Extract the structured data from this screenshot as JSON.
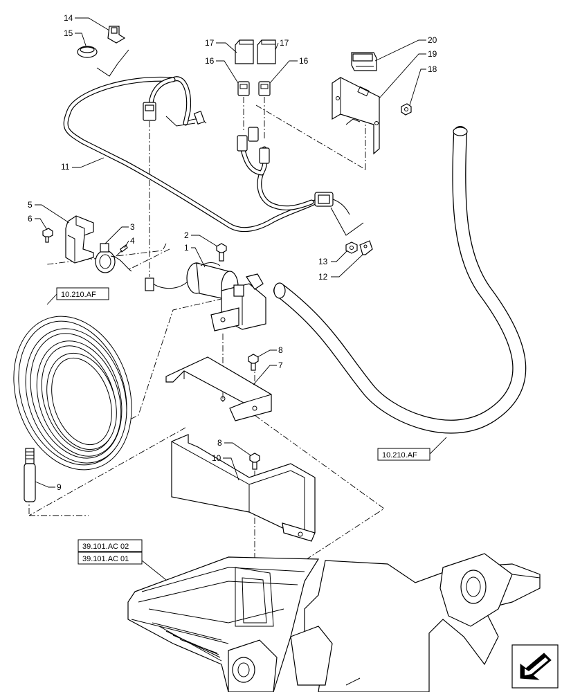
{
  "callouts": [
    "14",
    "15",
    "17",
    "17",
    "16",
    "16",
    "20",
    "19",
    "18",
    "11",
    "5",
    "6",
    "3",
    "4",
    "2",
    "1",
    "13",
    "12",
    "8",
    "7",
    "8",
    "10",
    "9"
  ],
  "refs": [
    "10.210.AF",
    "10.210.AF",
    "39.101.AC 02",
    "39.101.AC 01"
  ],
  "icons": {
    "nav": "next-page-arrow-icon"
  }
}
